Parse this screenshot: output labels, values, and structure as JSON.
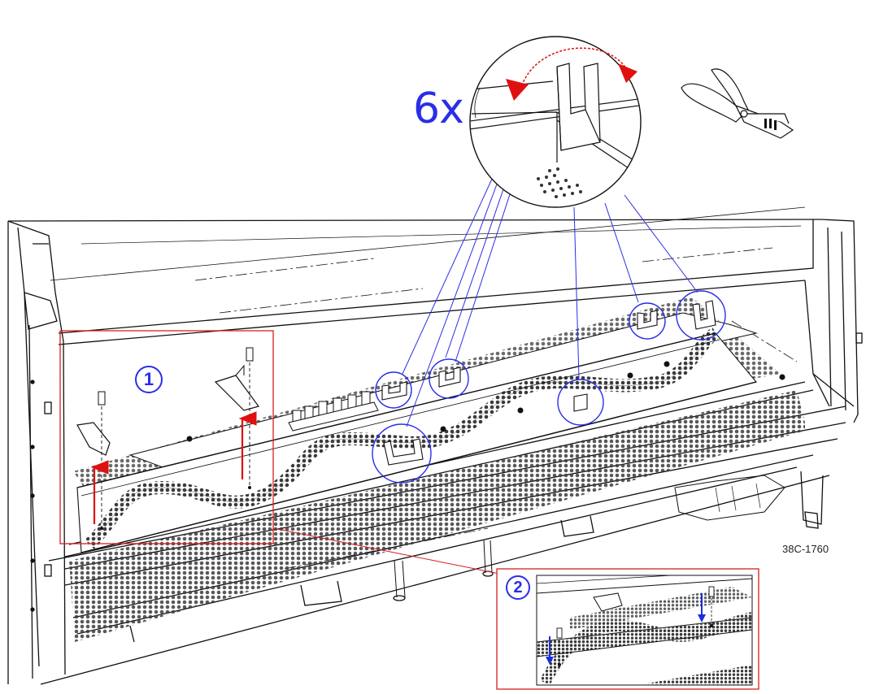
{
  "labels": {
    "quantity": "6x",
    "step_one": "1",
    "step_two": "2",
    "reference": "38C-1760"
  },
  "colors": {
    "callout_line": "#2a2ee8",
    "detail_frame": "#d42020",
    "arrow_up": "#e01010",
    "arrow_down": "#1a2de0",
    "drawing": "#111111",
    "perforation": "#3a3a3a"
  },
  "icons": {
    "tool": "pliers-icon",
    "rotate": "bend-rotate-arrows-icon"
  },
  "annotations": {
    "callout_circle_count": 6
  }
}
